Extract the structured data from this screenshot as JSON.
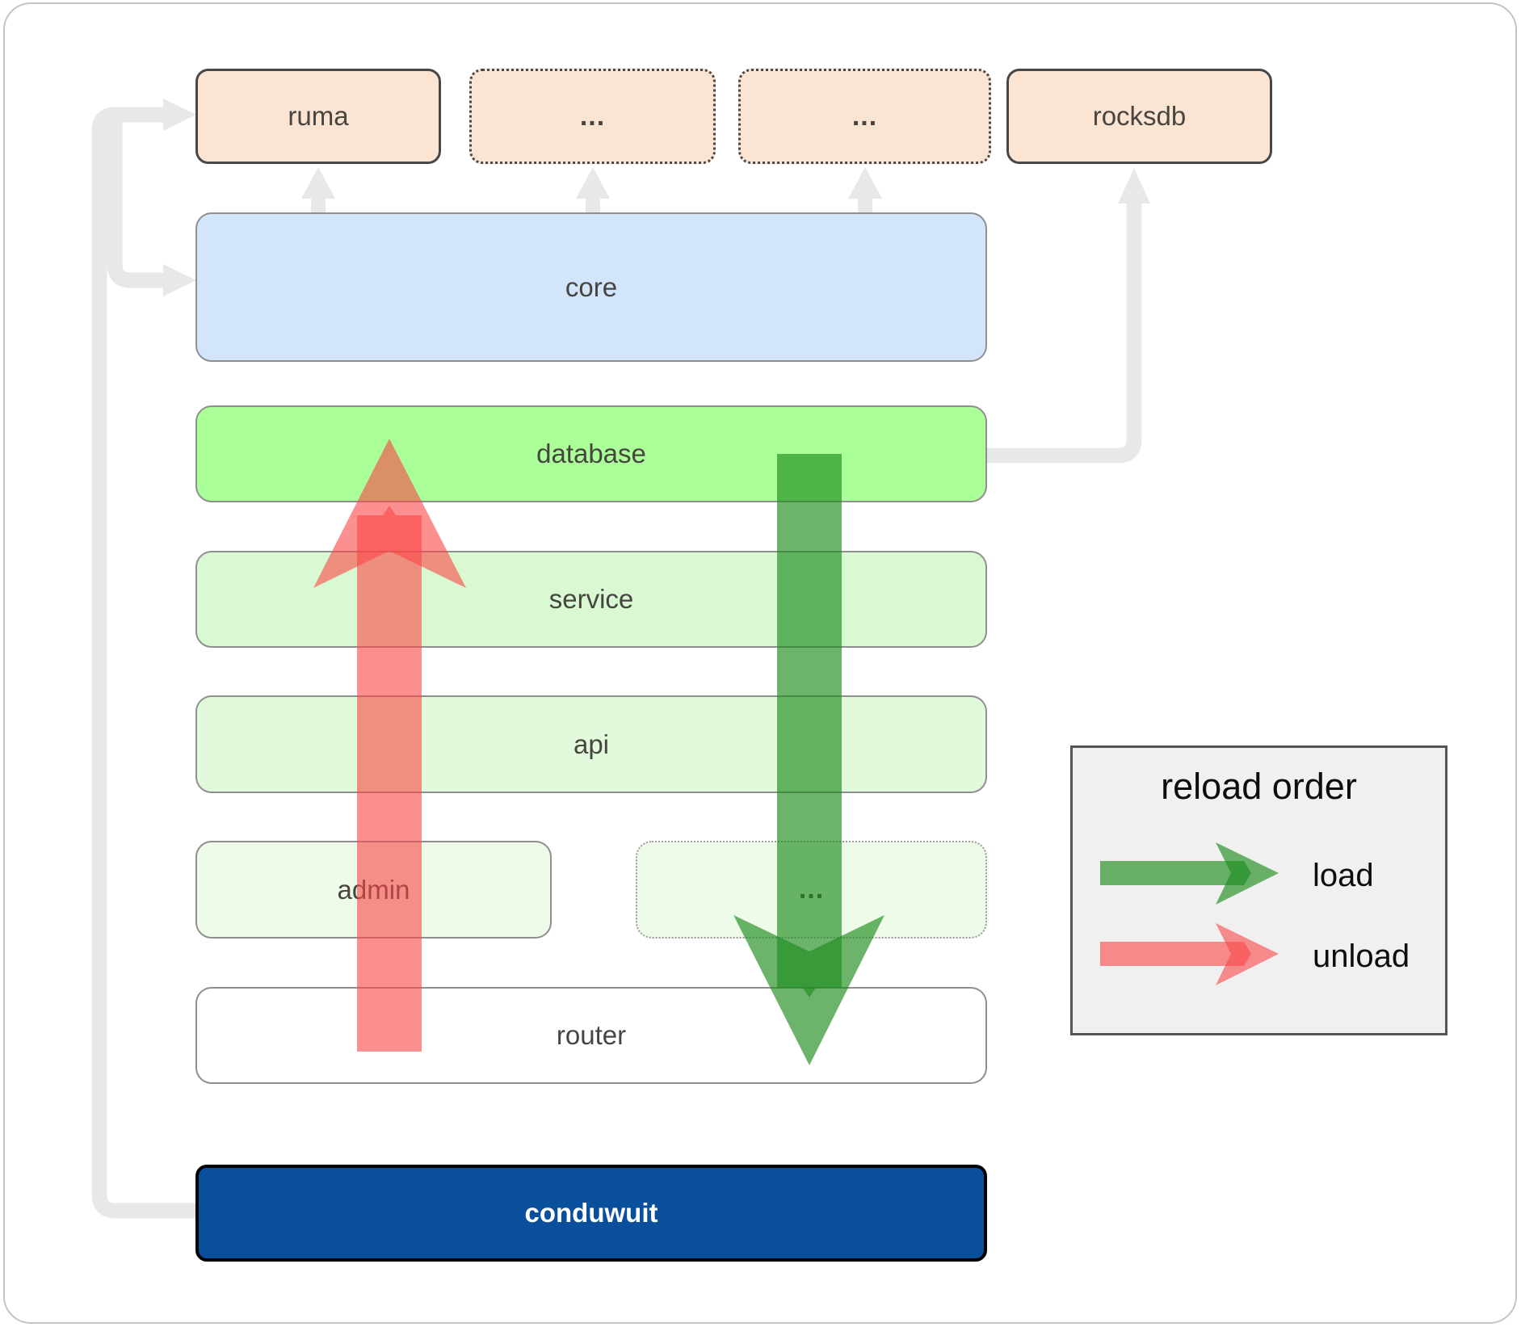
{
  "boxes": {
    "ruma": {
      "label": "ruma"
    },
    "ellipsis_top_1": {
      "label": "..."
    },
    "ellipsis_top_2": {
      "label": "..."
    },
    "rocksdb": {
      "label": "rocksdb"
    },
    "core": {
      "label": "core"
    },
    "database": {
      "label": "database"
    },
    "service": {
      "label": "service"
    },
    "api": {
      "label": "api"
    },
    "admin": {
      "label": "admin"
    },
    "ellipsis_admin_row": {
      "label": "..."
    },
    "router": {
      "label": "router"
    },
    "conduwuit": {
      "label": "conduwuit"
    }
  },
  "legend": {
    "title": "reload order",
    "items": [
      {
        "label": "load",
        "color": "#1d8c1d"
      },
      {
        "label": "unload",
        "color": "#fa4646"
      }
    ]
  },
  "colors": {
    "load-arrow": "#1d8c1d",
    "unload-arrow": "#fa4646",
    "connector": "#e8e8e8",
    "peach-fill": "#fce4d2",
    "core-fill": "#d2e5fa",
    "database-fill": "#aaff99",
    "service-fill": "#d9f9d3",
    "api-fill": "#e2fadc",
    "admin-fill": "#eefbe9",
    "router-fill": "#ffffff",
    "conduwuit-fill": "#0a4f9c",
    "legend-bg": "#f0f0f0",
    "label-text": "#474540"
  }
}
